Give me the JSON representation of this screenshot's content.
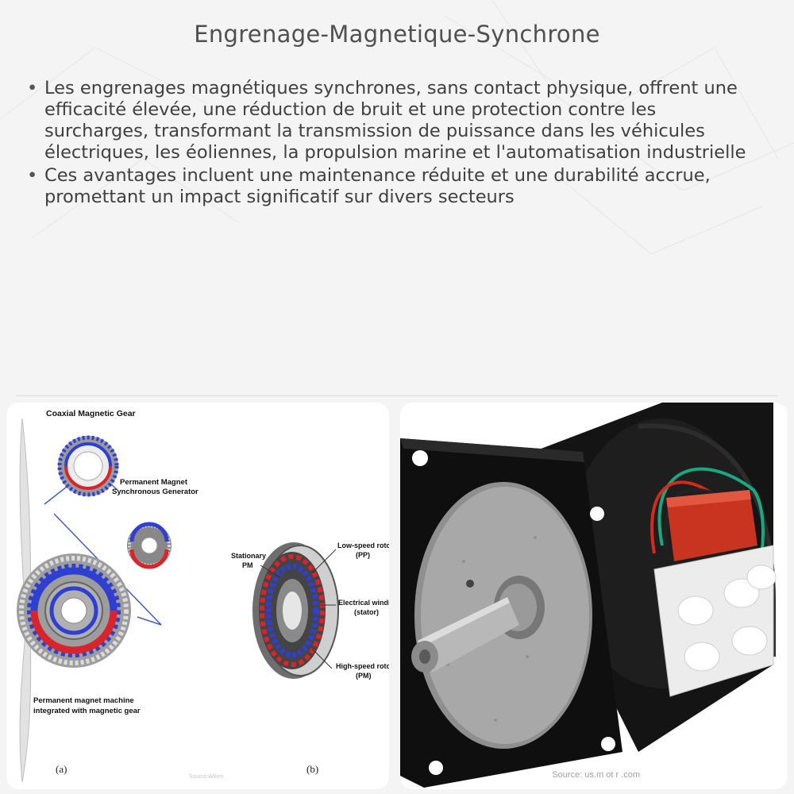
{
  "title": "Engrenage-Magnetique-Synchrone",
  "bullets": [
    "Les engrenages magnétiques synchrones, sans contact physique, offrent une efficacité élevée, une réduction de bruit et une protection contre les surcharges, transformant la transmission de puissance dans les véhicules électriques, les éoliennes, la propulsion marine et l'automatisation industrielle",
    "Ces avantages incluent une maintenance réduite et une durabilité accrue, promettant un impact significatif sur divers secteurs"
  ],
  "diagram": {
    "coaxial": "Coaxial Magnetic Gear",
    "generator_line1": "Permanent Magnet",
    "generator_line2": "Synchronous Generator",
    "machine_line1": "Permanent magnet machine",
    "machine_line2": "integrated with magnetic gear",
    "label_a": "(a)",
    "label_b": "(b)",
    "stationary_line1": "Stationary",
    "stationary_line2": "PM",
    "low_speed_line1": "Low-speed rotor",
    "low_speed_line2": "(PP)",
    "windings_line1": "Electrical windings",
    "windings_line2": "(stator)",
    "high_speed_line1": "High-speed rotor",
    "high_speed_line2": "(PM)",
    "source_small": "Source:Wikim"
  },
  "photo": {
    "source": "Source: us.m ot r .com"
  },
  "colors": {
    "magnet_blue": "#2f3fd0",
    "magnet_red": "#d8242a",
    "capacitor": "#c8341f",
    "motor_body": "#141414"
  }
}
